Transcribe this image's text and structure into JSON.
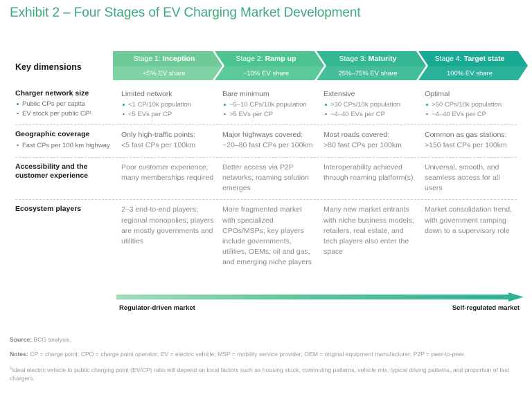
{
  "title": "Exhibit 2 – Four Stages of EV Charging Market Development",
  "key_dimensions_label": "Key dimensions",
  "colors": {
    "title_green": "#3da878",
    "stage1_top": "#6ecb98",
    "stage1_bottom": "#7fd2a3",
    "stage2_top": "#4cc391",
    "stage2_bottom": "#5cc99a",
    "stage3_top": "#34b894",
    "stage3_bottom": "#46be9c",
    "stage4_top": "#1aa992",
    "stage4_bottom": "#2bb09a",
    "bullet_green": "#3da878"
  },
  "stages": [
    {
      "prefix": "Stage 1:",
      "name": "Inception",
      "share": "<5% EV share"
    },
    {
      "prefix": "Stage 2:",
      "name": "Ramp up",
      "share": "~10% EV share"
    },
    {
      "prefix": "Stage 3:",
      "name": "Maturity",
      "share": "25%–75% EV share"
    },
    {
      "prefix": "Stage 4:",
      "name": "Target state",
      "share": "100% EV share"
    }
  ],
  "rows": [
    {
      "dimension": "Charger network size",
      "dimension_bullets": [
        "Public CPs per capita",
        "EV stock per public CP¹"
      ],
      "cells": [
        {
          "head": "Limited network",
          "bullets": [
            "<1 CP/10k population",
            "<5 EVs per CP"
          ]
        },
        {
          "head": "Bare minimum",
          "bullets": [
            "~5–10 CPs/10k population",
            ">5 EVs per CP"
          ]
        },
        {
          "head": "Extensive",
          "bullets": [
            ">30 CPs/10k population",
            "~4–40 EVs per CP"
          ]
        },
        {
          "head": "Optimal",
          "bullets": [
            ">50 CPs/10k population",
            "~4–40 EVs per CP"
          ]
        }
      ]
    },
    {
      "dimension": "Geographic coverage",
      "dimension_bullets": [
        "Fast CPs per 100 km highway"
      ],
      "cells": [
        {
          "head": "Only high-traffic points:",
          "body": "<5 fast CPs per 100km"
        },
        {
          "head": "Major highways covered:",
          "body": "~20–80 fast CPs per 100km"
        },
        {
          "head": "Most roads covered:",
          "body": ">80 fast CPs per 100km"
        },
        {
          "head": "Common as gas stations:",
          "body": ">150 fast CPs per 100km"
        }
      ]
    },
    {
      "dimension": "Accessibility and the customer experience",
      "dimension_bullets": [],
      "cells": [
        {
          "head": "",
          "body": "Poor customer experience; many memberships required"
        },
        {
          "head": "",
          "body": "Better access via P2P networks; roaming solution emerges"
        },
        {
          "head": "",
          "body": "Interoperability achieved through roaming platform(s)"
        },
        {
          "head": "",
          "body": "Universal, smooth, and seamless access for all users"
        }
      ]
    },
    {
      "dimension": "Ecosystem players",
      "dimension_bullets": [],
      "cells": [
        {
          "head": "",
          "body": "2–3 end-to-end players; regional monopolies; players are mostly governments and utilities"
        },
        {
          "head": "",
          "body": "More fragmented market with specialized CPOs/MSPs; key players include governments, utilities, OEMs, oil and gas, and emerging niche players"
        },
        {
          "head": "",
          "body": "Many new market entrants with niche business models; retailers, real estate, and tech players also enter the space"
        },
        {
          "head": "",
          "body": "Market consolidation trend, with government ramping down to a supervisory role"
        }
      ]
    }
  ],
  "bottom_arrow": {
    "left_label": "Regulator-driven market",
    "right_label": "Self-regulated market"
  },
  "footnotes": {
    "source_label": "Source:",
    "source_text": " BCG analysis.",
    "notes_label": "Notes:",
    "notes_text": " CP = charge point; CPO = charge point operator; EV = electric vehicle; MSP = mobility service provider; OEM = original equipment manufacturer; P2P = peer-to-peer.",
    "footnote_marker": "1",
    "footnote_text": "Ideal electric vehicle to public charging point (EV/CP) ratio will depend on local factors such as housing stock, commuting patterns, vehicle mix, typical driving patterns, and proportion of fast chargers."
  }
}
